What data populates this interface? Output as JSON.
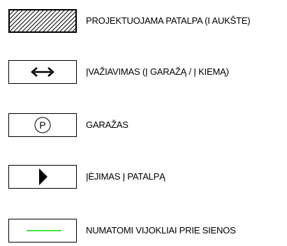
{
  "legend": {
    "items": [
      {
        "symbol": "hatched-rectangle-icon",
        "label": "PROJEKTUOJAMA PATALPA (I AUKŠTE)"
      },
      {
        "symbol": "double-arrow-icon",
        "label": "ĮVAŽIAVIMAS (Į GARAŽĄ / Į KIEMĄ)"
      },
      {
        "symbol": "parking-p-icon",
        "symbol_text": "P",
        "label": "GARAŽAS"
      },
      {
        "symbol": "triangle-right-icon",
        "label": "ĮĖJIMAS Į PATALPĄ"
      },
      {
        "symbol": "green-line-icon",
        "label": "NUMATOMI VIJOKLIAI PRIE SIENOS",
        "color": "#00e000"
      }
    ]
  }
}
